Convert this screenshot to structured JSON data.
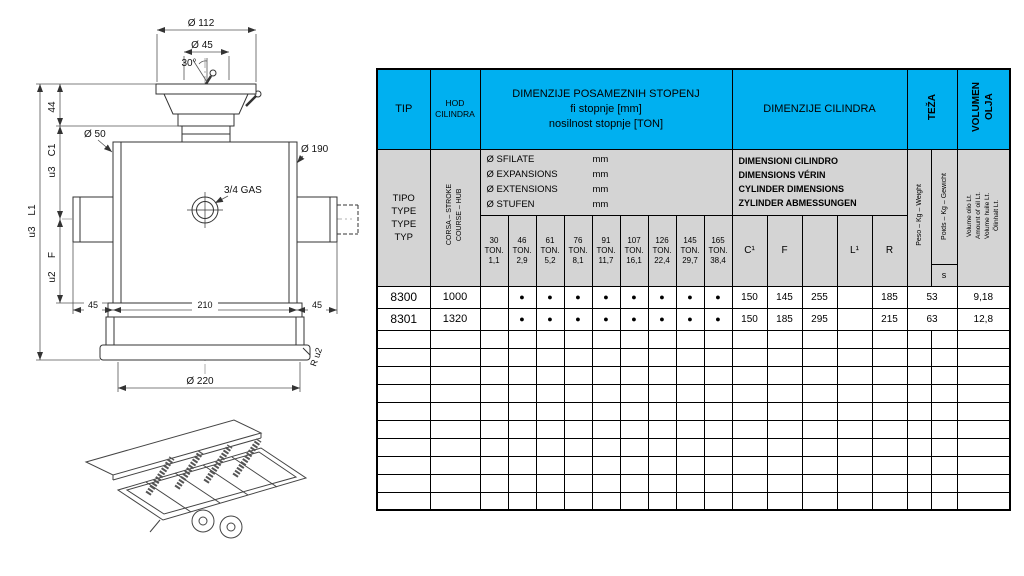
{
  "colors": {
    "header_cyan": "#00b0f0",
    "subheader_gray": "#d4d4d4",
    "border": "#000000"
  },
  "drawing": {
    "dims": {
      "top_diameter": "Ø 112",
      "rod_diameter": "Ø 45",
      "angle": "30°",
      "cap_height": "44",
      "c1": "C1",
      "c1_suffix": "u3",
      "port_diameter": "Ø 50",
      "body_diameter": "Ø 190",
      "gas_port": "3/4 GAS",
      "l1": "L1",
      "l1_suffix": "u3",
      "f": "F",
      "f_suffix": "u2",
      "flange_left": "45",
      "flange_mid": "210",
      "flange_right": "45",
      "base_diameter": "Ø 220",
      "corner_radius": "R u2"
    }
  },
  "table": {
    "empty_row_count": 10,
    "header": {
      "tip": "TIP",
      "hod_line1": "HOD",
      "hod_line2": "CILINDRA",
      "stage_title_line1": "DIMENZIJE POSAMEZNIH STOPENJ",
      "stage_title_line2": "fi stopnje [mm]",
      "stage_title_line3": "nosilnost stopnje [TON]",
      "cylinder_title": "DIMENZIJE CILINDRA",
      "weight_title": "TEŽA",
      "volume_title_line1": "VOLUMEN",
      "volume_title_line2": "OLJA"
    },
    "subheader": {
      "type_lines": [
        "TIPO",
        "TYPE",
        "TYPE",
        "TYP"
      ],
      "stroke_line1": "CORSA – STROKE",
      "stroke_line2": "COURSE – HUB",
      "stage_unit": "mm",
      "stage_lines": [
        {
          "label": "Ø SFILATE"
        },
        {
          "label": "Ø EXPANSIONS"
        },
        {
          "label": "Ø EXTENSIONS"
        },
        {
          "label": "Ø STUFEN"
        }
      ],
      "cylinder_lines": [
        "DIMENSIONI CILINDRO",
        "DIMENSIONS VÉRIN",
        "CYLINDER DIMENSIONS",
        "ZYLINDER ABMESSUNGEN"
      ],
      "weight_left": "Peso – Kg – Weight",
      "weight_right": "Poids – Kg – Gewicht",
      "weight_s": "s",
      "volume_lines": [
        "Volume olio Lt.",
        "Amount of oil Lt.",
        "Volume huile Lt.",
        "Ölinhalt Lt."
      ]
    },
    "stage_columns": [
      {
        "dia": "30",
        "unit": "TON.",
        "ton": "1,1"
      },
      {
        "dia": "46",
        "unit": "TON.",
        "ton": "2,9"
      },
      {
        "dia": "61",
        "unit": "TON.",
        "ton": "5,2"
      },
      {
        "dia": "76",
        "unit": "TON.",
        "ton": "8,1"
      },
      {
        "dia": "91",
        "unit": "TON.",
        "ton": "11,7"
      },
      {
        "dia": "107",
        "unit": "TON.",
        "ton": "16,1"
      },
      {
        "dia": "126",
        "unit": "TON.",
        "ton": "22,4"
      },
      {
        "dia": "145",
        "unit": "TON.",
        "ton": "29,7"
      },
      {
        "dia": "165",
        "unit": "TON.",
        "ton": "38,4"
      }
    ],
    "cylinder_columns": [
      "C¹",
      "F",
      "",
      "L¹",
      "R"
    ],
    "rows": [
      {
        "tip": "8300",
        "stroke": "1000",
        "dots": [
          "",
          "●",
          "●",
          "●",
          "●",
          "●",
          "●",
          "●",
          "●"
        ],
        "c1": "150",
        "f": "145",
        "col3": "255",
        "l1": "",
        "r": "185",
        "weight": "53",
        "oil": "9,18"
      },
      {
        "tip": "8301",
        "stroke": "1320",
        "dots": [
          "",
          "●",
          "●",
          "●",
          "●",
          "●",
          "●",
          "●",
          "●"
        ],
        "c1": "150",
        "f": "185",
        "col3": "295",
        "l1": "",
        "r": "215",
        "weight": "63",
        "oil": "12,8"
      }
    ]
  }
}
